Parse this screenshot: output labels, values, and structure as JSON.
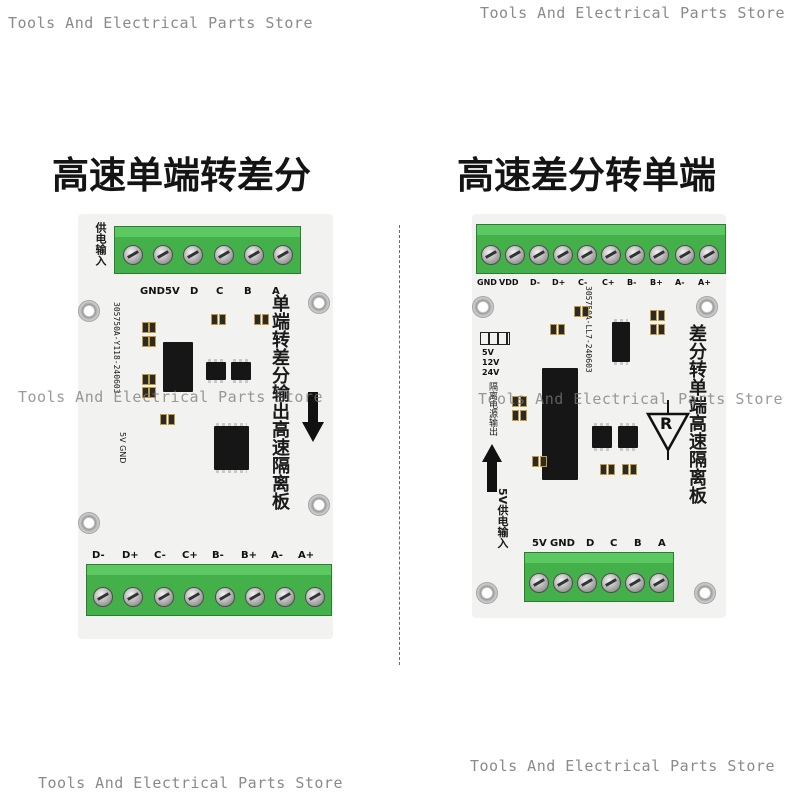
{
  "watermark": "Tools And Electrical Parts Store",
  "headings": {
    "left": "高速单端转差分",
    "right": "高速差分转单端"
  },
  "left_board": {
    "top_labels": [
      "GND",
      "5V",
      "D",
      "C",
      "B",
      "A"
    ],
    "bottom_labels": [
      "D-",
      "D+",
      "C-",
      "C+",
      "B-",
      "B+",
      "A-",
      "A+"
    ],
    "power_label": "供电输入",
    "side_title": "单端转差分输出高速隔离板",
    "serial": "305750A-Y118-240603",
    "pin_note": "5V GND"
  },
  "right_board": {
    "top_labels": [
      "GND",
      "VDD",
      "D-",
      "D+",
      "C-",
      "C+",
      "B-",
      "B+",
      "A-",
      "A+"
    ],
    "bottom_labels": [
      "5V",
      "GND",
      "D",
      "C",
      "B",
      "A"
    ],
    "voltage_options": [
      "5V",
      "12V",
      "24V"
    ],
    "supply_note": "隔离电源输出",
    "power_label": "5V供电输入",
    "side_title": "差分转单端高速隔离板",
    "serial": "305750A-LL7-240603",
    "logo": "R"
  },
  "colors": {
    "terminal_green": "#43b04a",
    "board_white": "#f2f2f0",
    "chip_black": "#161616"
  }
}
